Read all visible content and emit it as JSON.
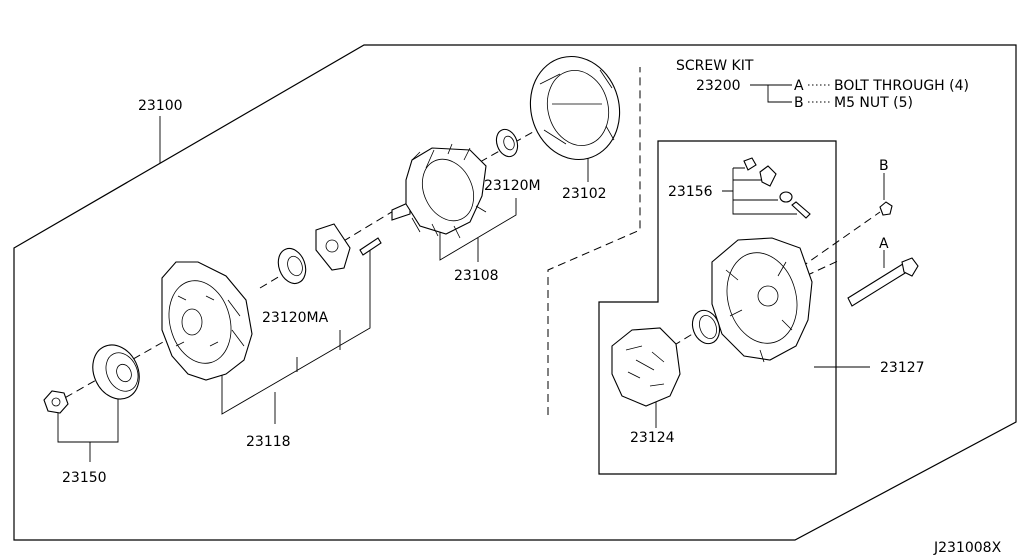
{
  "callouts": {
    "assembly": "23100",
    "pulley_nut": "23150",
    "front_housing": "23118",
    "front_bearing": "23120MA",
    "rotor": "23108",
    "rear_bearing": "23120M",
    "stator": "23102",
    "terminal_set": "23156",
    "rear_housing": "23127",
    "rectifier": "23124",
    "screw_kit": "23200"
  },
  "screw_kit": {
    "title": "SCREW KIT",
    "items": [
      {
        "key": "A",
        "label": "BOLT THROUGH (4)"
      },
      {
        "key": "B",
        "label": "M5 NUT (5)"
      }
    ]
  },
  "markers": {
    "a": "A",
    "b": "B"
  },
  "diagram_code": "J231008X"
}
